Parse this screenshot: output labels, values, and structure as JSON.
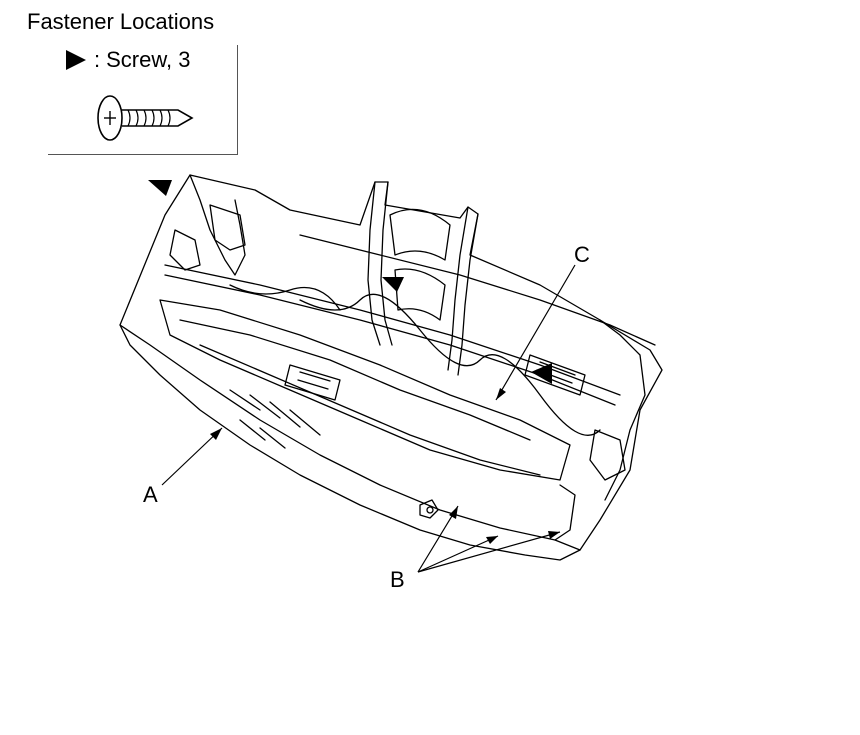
{
  "title": "Fastener Locations",
  "legend": {
    "separator": ":",
    "label": "Screw, 3",
    "marker_icon": "black-triangle-marker",
    "screw_icon": "screw-icon"
  },
  "callouts": {
    "a": "A",
    "b": "B",
    "c": "C"
  },
  "colors": {
    "line": "#000000",
    "background": "#ffffff"
  }
}
